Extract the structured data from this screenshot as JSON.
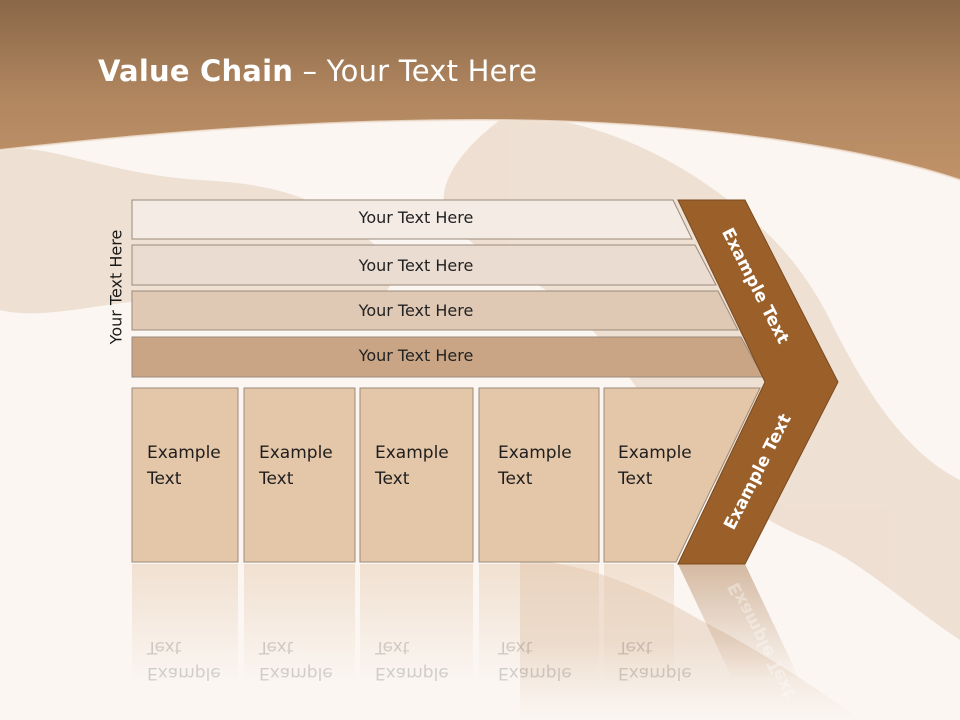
{
  "title": {
    "bold": "Value Chain",
    "rest": " – Your Text Here"
  },
  "side_label": "Your Text Here",
  "bars": [
    "Your Text Here",
    "Your Text Here",
    "Your Text Here",
    "Your Text Here"
  ],
  "boxes": [
    {
      "line1": "Example",
      "line2": "Text"
    },
    {
      "line1": "Example",
      "line2": "Text"
    },
    {
      "line1": "Example",
      "line2": "Text"
    },
    {
      "line1": "Example",
      "line2": "Text"
    },
    {
      "line1": "Example",
      "line2": "Text"
    }
  ],
  "chevron": {
    "upper": "Example Text",
    "lower": "Example Text"
  },
  "colors": {
    "header_brown": "#a87a52",
    "chevron_brown": "#9b5f2a",
    "bar_lightest": "#f3ebe4",
    "bar_light": "#eadcd0",
    "bar_mid": "#dfc8b4",
    "bar_dark": "#c9a585",
    "box_fill": "#e4c6a8"
  }
}
